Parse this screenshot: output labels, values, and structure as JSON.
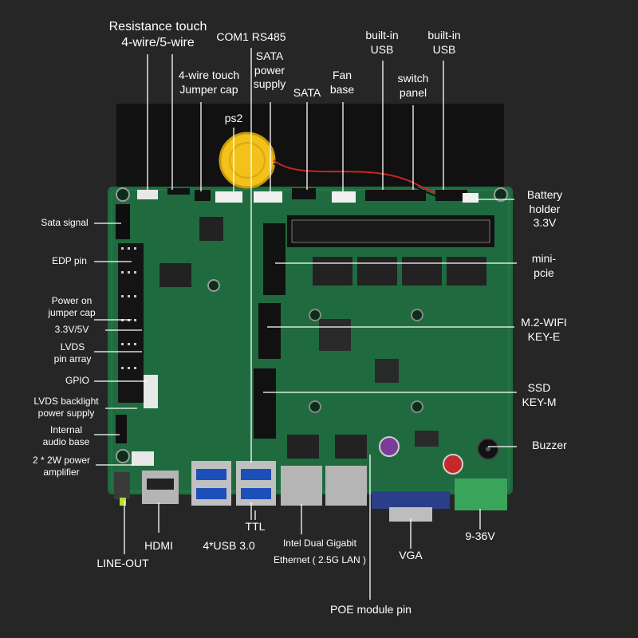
{
  "labels": {
    "resistance_touch": [
      "Resistance touch",
      "4-wire/5-wire"
    ],
    "com1": "COM1 RS485",
    "builtin_usb_1": [
      "built-in",
      "USB"
    ],
    "builtin_usb_2": [
      "built-in",
      "USB"
    ],
    "four_wire_touch": [
      "4-wire touch",
      "Jumper cap"
    ],
    "sata_power": [
      "SATA",
      "power",
      "supply"
    ],
    "fan_base": [
      "Fan",
      "base"
    ],
    "switch_panel": [
      "switch",
      "panel"
    ],
    "sata": "SATA",
    "ps2": "ps2",
    "battery_holder": [
      "Battery",
      "holder",
      "3.3V"
    ],
    "sata_signal": "Sata signal",
    "edp_pin": "EDP pin",
    "mini_pcie": [
      "mini-",
      "pcie"
    ],
    "power_on_jumper": [
      "Power on",
      "jumper cap"
    ],
    "v33_5": "3.3V/5V",
    "m2_wifi": [
      "M.2-WIFI",
      "KEY-E"
    ],
    "lvds_pin": [
      "LVDS",
      "pin array"
    ],
    "gpio": "GPIO",
    "ssd": [
      "SSD",
      "KEY-M"
    ],
    "lvds_backlight": [
      "LVDS backlight",
      "power supply"
    ],
    "internal_audio": [
      "Internal",
      "audio base"
    ],
    "buzzer": "Buzzer",
    "amplifier": [
      "2 * 2W power",
      "amplifier"
    ],
    "ttl": "TTL",
    "hdmi": "HDMI",
    "usb30": "4*USB 3.0",
    "ethernet": [
      "Intel Dual Gigabit",
      "Ethernet ( 2.5G LAN )"
    ],
    "vga": "VGA",
    "dc_in": "9-36V",
    "line_out": "LINE-OUT",
    "poe": "POE module pin"
  },
  "colors": {
    "background": "#262626",
    "pcb": "#1f6b3f",
    "pcb_dark": "#174f30",
    "black_panel": "#111111",
    "battery": "#f2c21a",
    "terminal": "#3aa55a",
    "vga": "#2a3f8a",
    "ram_chip": "#222222",
    "metal": "#b5b5b5",
    "label_text": "#ffffff",
    "leader_line": "#ffffff"
  },
  "icons": {
    "battery": "coin-cell-battery-icon",
    "buzzer": "buzzer-icon",
    "audio_jack": "audio-jack-icon"
  }
}
